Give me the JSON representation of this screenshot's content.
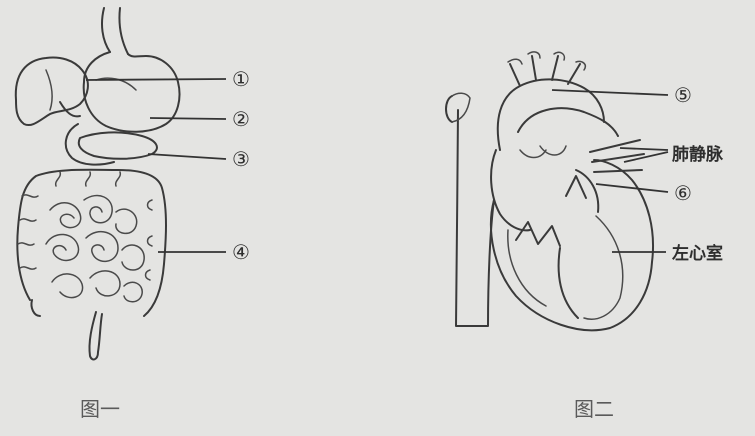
{
  "figure1": {
    "caption": "图一",
    "labels": [
      "①",
      "②",
      "③",
      "④"
    ]
  },
  "figure2": {
    "caption": "图二",
    "labels": {
      "n5": "⑤",
      "pulmonary_veins": "肺静脉",
      "n6": "⑥",
      "left_ventricle": "左心室"
    }
  }
}
